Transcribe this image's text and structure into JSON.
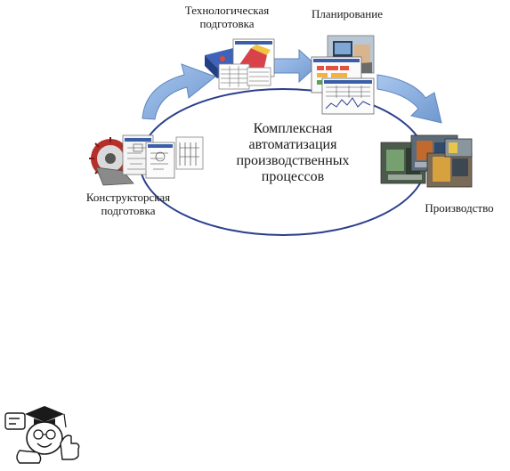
{
  "diagram": {
    "center": {
      "lines": [
        "Комплексная",
        "автоматизация",
        "производственных",
        "процессов"
      ]
    },
    "stages": [
      {
        "id": "design",
        "lines": [
          "Конструкторская",
          "подготовка"
        ]
      },
      {
        "id": "tech",
        "lines": [
          "Технологическая",
          "подготовка"
        ]
      },
      {
        "id": "planning",
        "lines": [
          "Планирование"
        ]
      },
      {
        "id": "production",
        "lines": [
          "Производство"
        ]
      }
    ],
    "colors": {
      "ellipse": "#2b3f8c",
      "arrow_fill": "#8fb4e3",
      "arrow_stroke": "#5f86bf"
    }
  }
}
